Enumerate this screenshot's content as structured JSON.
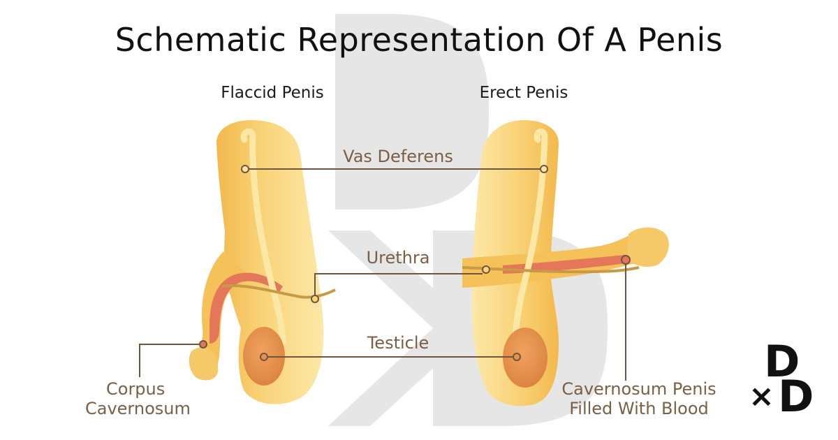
{
  "title": "Schematic Representation Of A Penis",
  "panels": {
    "flaccid": "Flaccid Penis",
    "erect": "Erect Penis"
  },
  "labels": {
    "vas_deferens": "Vas Deferens",
    "urethra": "Urethra",
    "testicle": "Testicle",
    "corpus_line1": "Corpus",
    "corpus_line2": "Cavernosum",
    "cavernosum_line1": "Cavernosum Penis",
    "cavernosum_line2": "Filled With Blood"
  },
  "logo": {
    "top": "D",
    "cross": "×",
    "bottom": "D"
  },
  "colors": {
    "body": "#f6c75e",
    "body_light": "#fde7a3",
    "duct": "#fce8a6",
    "urethra": "#c89a45",
    "testicle": "#e8914e",
    "corpus": "#e4775a",
    "label": "#7a5f45",
    "line": "#6e5540",
    "watermark": "#e6e6e6"
  }
}
